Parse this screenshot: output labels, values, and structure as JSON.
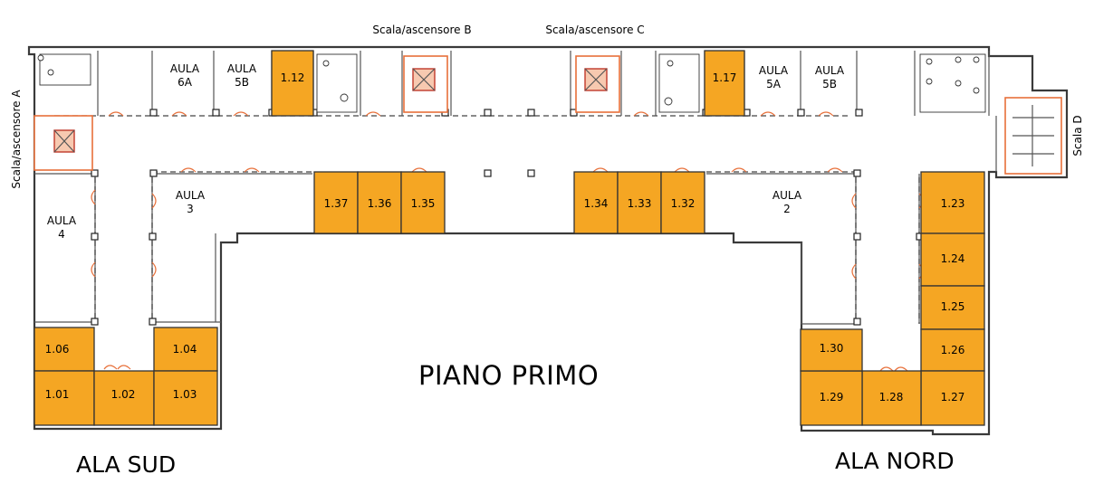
{
  "title": "PIANO PRIMO",
  "wings": {
    "south": "ALA SUD",
    "north": "ALA NORD"
  },
  "stairs": {
    "a": "Scala/ascensore A",
    "b": "Scala/ascensore B",
    "c": "Scala/ascensore C",
    "d": "Scala D"
  },
  "offices": {
    "r112": "1.12",
    "r117": "1.17",
    "r137": "1.37",
    "r136": "1.36",
    "r135": "1.35",
    "r134": "1.34",
    "r133": "1.33",
    "r132": "1.32",
    "r123": "1.23",
    "r124": "1.24",
    "r125": "1.25",
    "r126": "1.26",
    "r127": "1.27",
    "r128": "1.28",
    "r129": "1.29",
    "r130": "1.30",
    "r106": "1.06",
    "r104": "1.04",
    "r101": "1.01",
    "r102": "1.02",
    "r103": "1.03"
  },
  "classrooms": {
    "a6a": [
      "AULA",
      "6A"
    ],
    "a5b_s": [
      "AULA",
      "5B"
    ],
    "a5a": [
      "AULA",
      "5A"
    ],
    "a5b_n": [
      "AULA",
      "5B"
    ],
    "a3": [
      "AULA",
      "3"
    ],
    "a2": [
      "AULA",
      "2"
    ],
    "a4": [
      "AULA",
      "4"
    ]
  },
  "colors": {
    "office": "#f5a623",
    "wall": "#3a3a3a",
    "door": "#e8703a",
    "elevator": "#f7c9b0"
  }
}
